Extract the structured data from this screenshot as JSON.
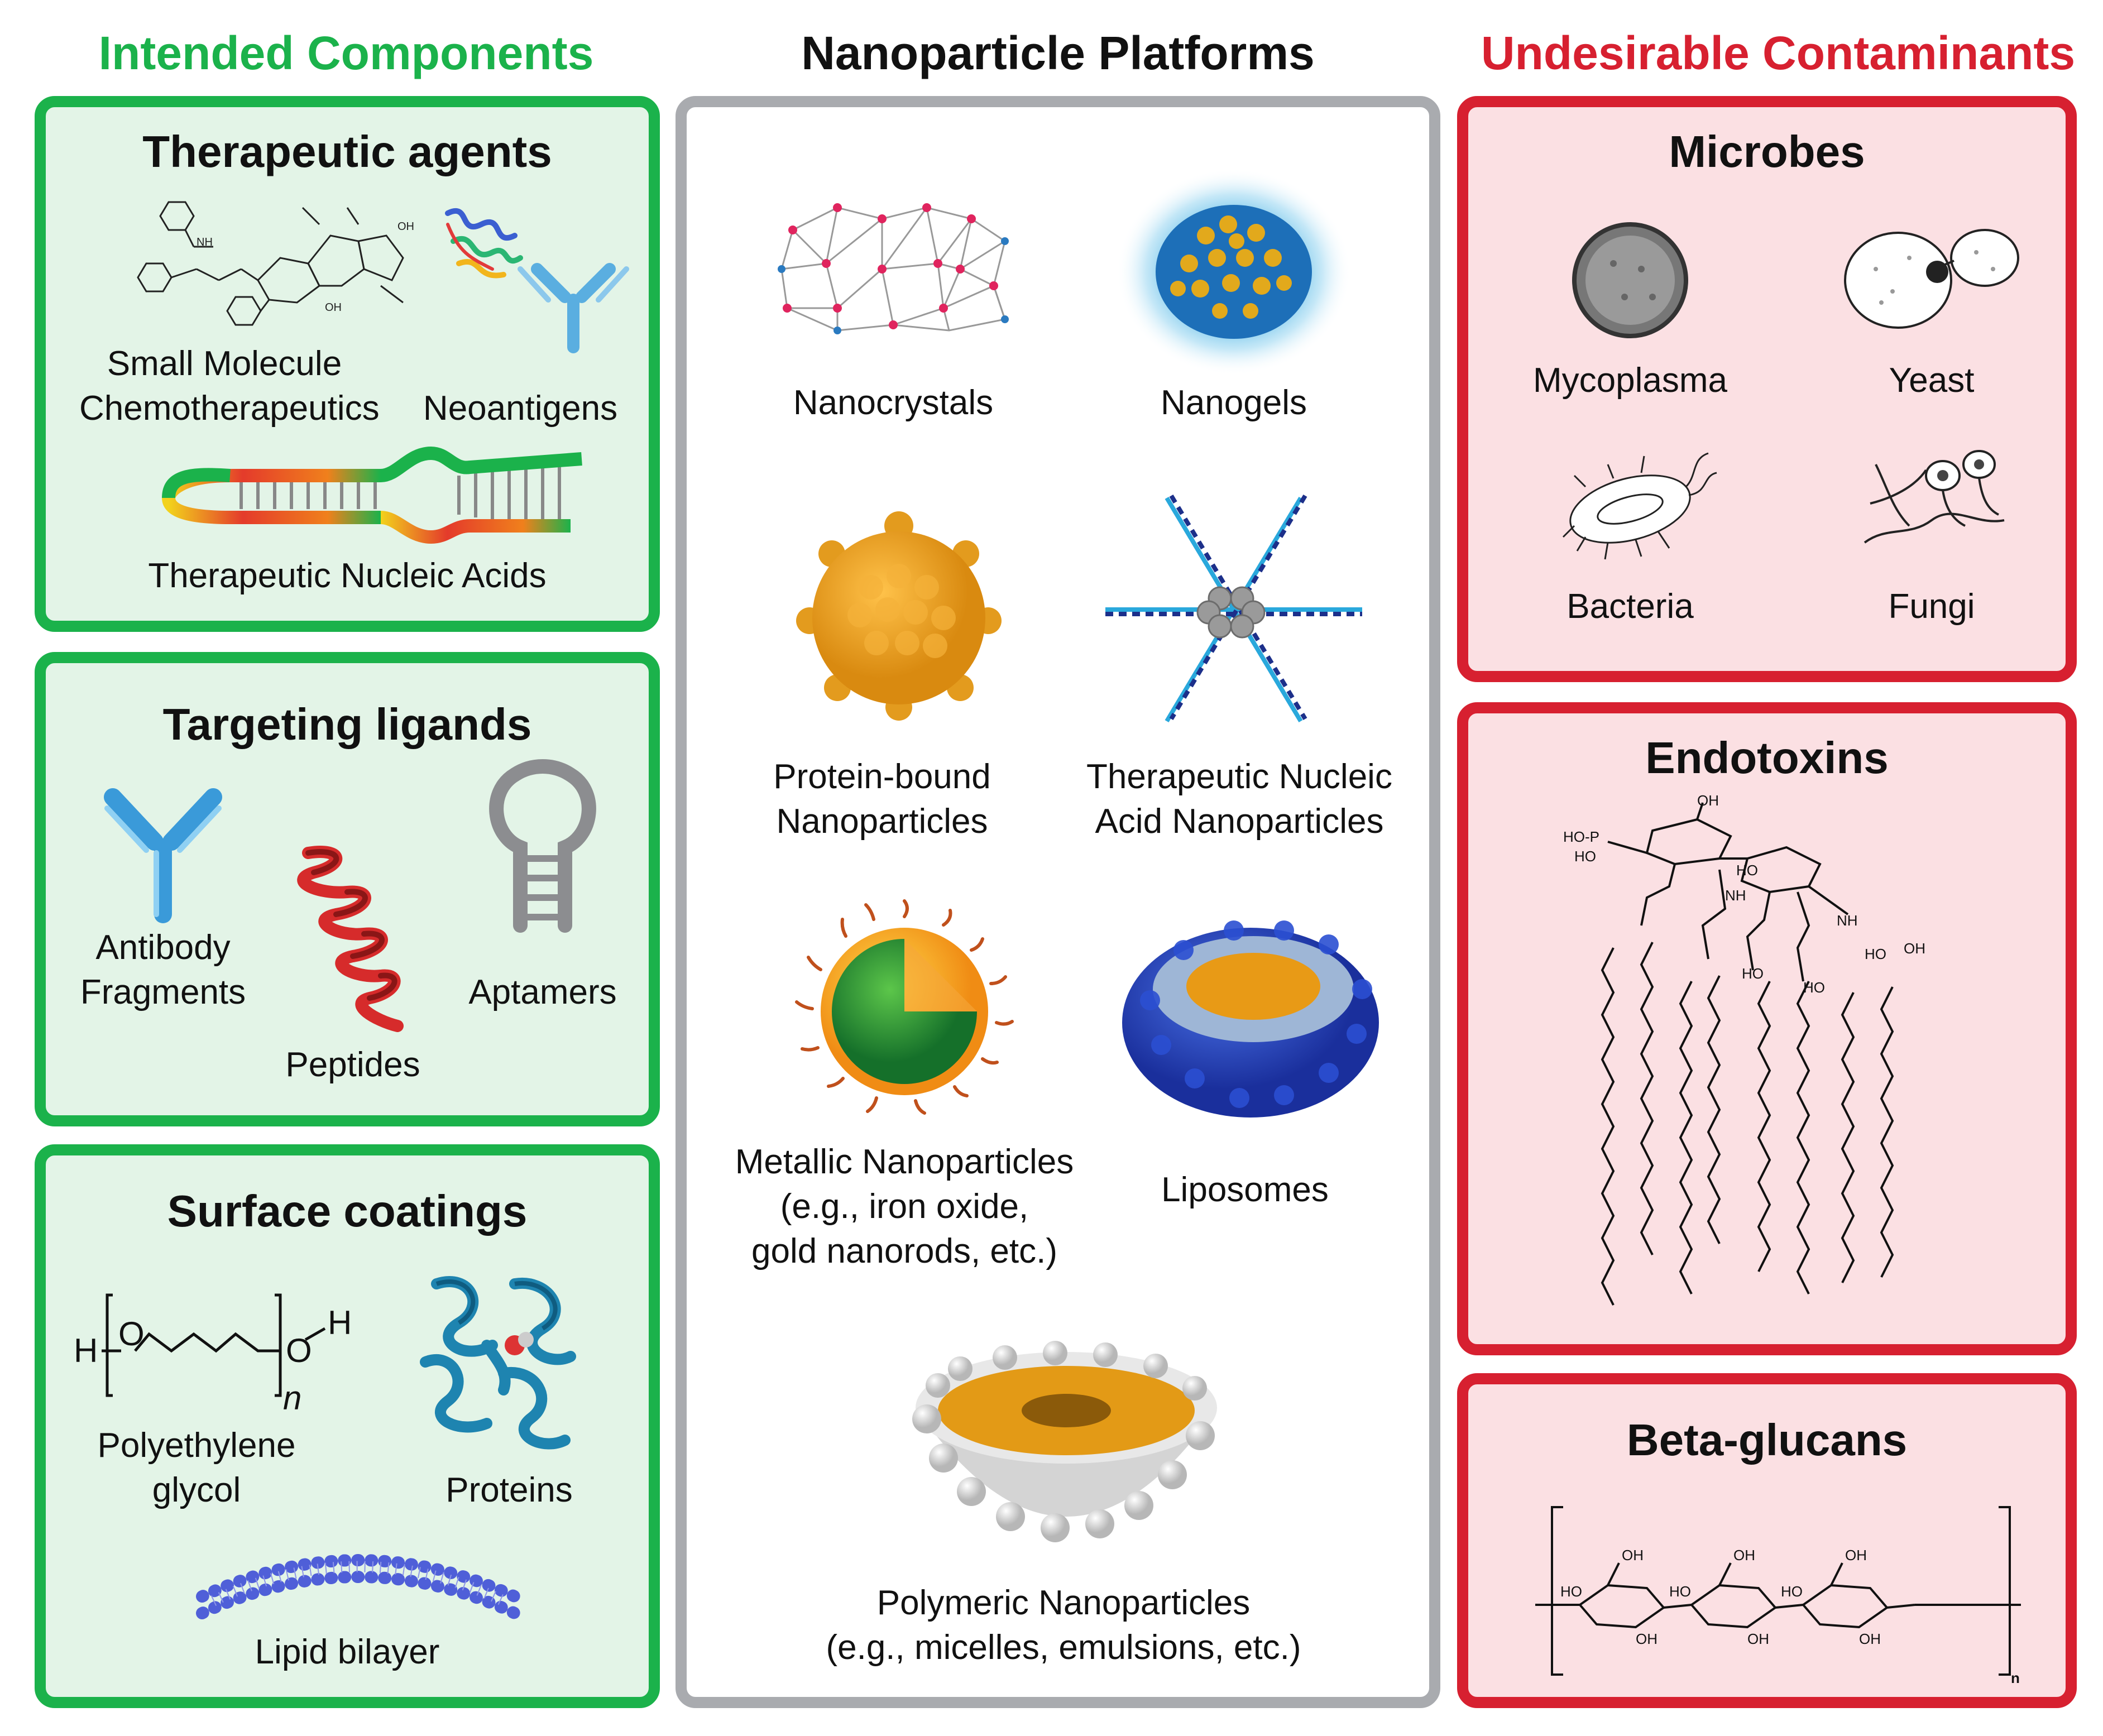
{
  "columns": {
    "intended": {
      "title": "Intended Components",
      "color": "#1bb24b"
    },
    "platforms": {
      "title": "Nanoparticle Platforms",
      "color": "#111111"
    },
    "contaminants": {
      "title": "Undesirable Contaminants",
      "color": "#d72030"
    }
  },
  "intended": {
    "therapeutic_agents": {
      "title": "Therapeutic agents",
      "small_molecule": [
        "Small Molecule",
        "Chemotherapeutics"
      ],
      "neoantigens": "Neoantigens",
      "nucleic_acids": "Therapeutic Nucleic Acids"
    },
    "targeting_ligands": {
      "title": "Targeting ligands",
      "antibody": [
        "Antibody",
        "Fragments"
      ],
      "peptides": "Peptides",
      "aptamers": "Aptamers"
    },
    "surface_coatings": {
      "title": "Surface coatings",
      "peg": [
        "Polyethylene",
        "glycol"
      ],
      "proteins": "Proteins",
      "lipid": "Lipid bilayer",
      "peg_formula": {
        "h_left": "H",
        "o_left": "O",
        "o_right": "O",
        "h_right": "H",
        "n": "n"
      }
    }
  },
  "platforms": {
    "nanocrystals": "Nanocrystals",
    "nanogels": "Nanogels",
    "protein_bound": [
      "Protein-bound",
      "Nanoparticles"
    ],
    "tna": [
      "Therapeutic Nucleic",
      "Acid Nanoparticles"
    ],
    "metallic": [
      "Metallic Nanoparticles",
      "(e.g., iron oxide,",
      "gold nanorods, etc.)"
    ],
    "liposomes": "Liposomes",
    "polymeric": [
      "Polymeric Nanoparticles",
      "(e.g., micelles, emulsions, etc.)"
    ]
  },
  "contaminants": {
    "microbes": {
      "title": "Microbes",
      "mycoplasma": "Mycoplasma",
      "yeast": "Yeast",
      "bacteria": "Bacteria",
      "fungi": "Fungi"
    },
    "endotoxins": {
      "title": "Endotoxins",
      "labels": {
        "oh_top": "OH",
        "ho_p": "HO-P",
        "ho": "HO",
        "nh1": "NH",
        "ho2": "HO",
        "nh2": "NH",
        "ho3": "HO",
        "oh3": "OH",
        "ho4": "HO",
        "ho5": "HO"
      }
    },
    "beta_glucans": {
      "title": "Beta-glucans",
      "labels": {
        "oh": "OH",
        "ho": "HO",
        "n": "n"
      }
    }
  }
}
